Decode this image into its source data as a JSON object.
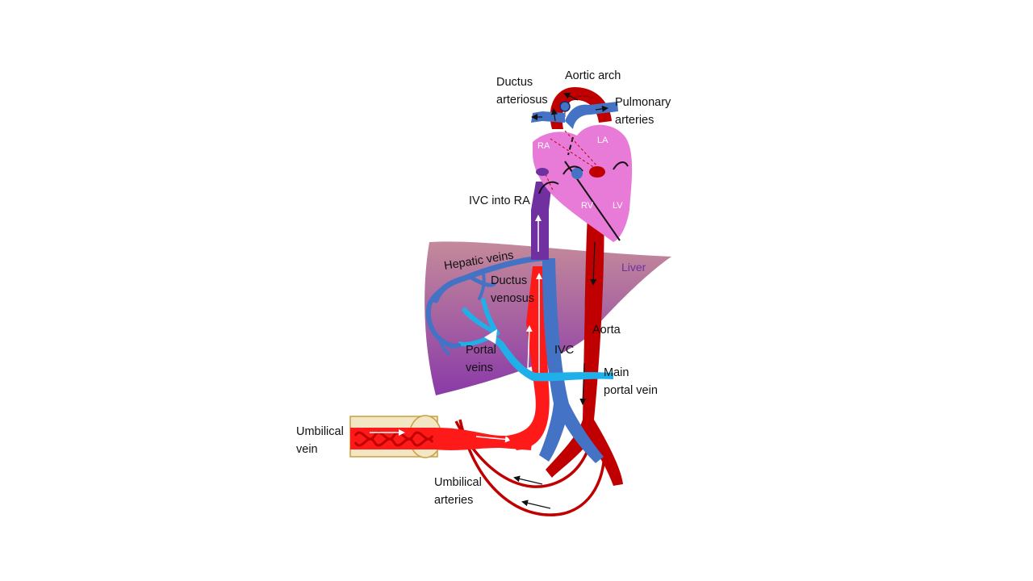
{
  "labels": {
    "aortic_arch": "Aortic arch",
    "ductus_arteriosus_line1": "Ductus",
    "ductus_arteriosus_line2": "arteriosus",
    "pulmonary_arteries_line1": "Pulmonary",
    "pulmonary_arteries_line2": "arteries",
    "ra": "RA",
    "la": "LA",
    "rv": "RV",
    "lv": "LV",
    "ivc_into_ra": "IVC into RA",
    "hepatic_veins": "Hepatic veins",
    "liver": "Liver",
    "ductus_venosus_line1": "Ductus",
    "ductus_venosus_line2": "venosus",
    "aorta": "Aorta",
    "portal_veins_line1": "Portal",
    "portal_veins_line2": "veins",
    "ivc": "IVC",
    "main_portal_vein_line1": "Main",
    "main_portal_vein_line2": "portal vein",
    "umbilical_vein_line1": "Umbilical",
    "umbilical_vein_line2": "vein",
    "umbilical_arteries_line1": "Umbilical",
    "umbilical_arteries_line2": "arteries"
  },
  "colors": {
    "oxygenated": "#c00000",
    "bright_oxygenated": "#ff1a1a",
    "deoxygenated": "#4472c4",
    "portal": "#1fb0ea",
    "mixed_ivc": "#7030a0",
    "heart": "#e87ad8",
    "liver_top": "#c48a9a",
    "liver_bottom": "#8a3aa8",
    "umbilical_cord": "#f3e6c4"
  }
}
